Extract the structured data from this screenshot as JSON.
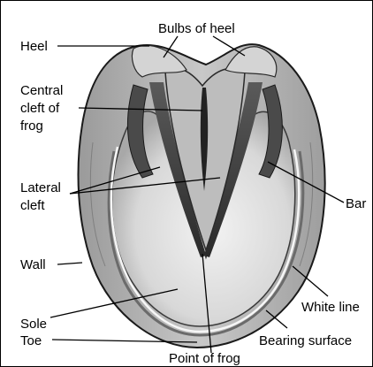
{
  "figure": {
    "labels": {
      "bulbs_of_heel": "Bulbs of heel",
      "heel": "Heel",
      "central_cleft_line1": "Central",
      "central_cleft_line2": "cleft of",
      "central_cleft_line3": "frog",
      "lateral_cleft_line1": "Lateral",
      "lateral_cleft_line2": "cleft",
      "bar": "Bar",
      "wall": "Wall",
      "white_line": "White line",
      "sole": "Sole",
      "toe": "Toe",
      "bearing_surface": "Bearing surface",
      "point_of_frog": "Point of frog"
    }
  }
}
